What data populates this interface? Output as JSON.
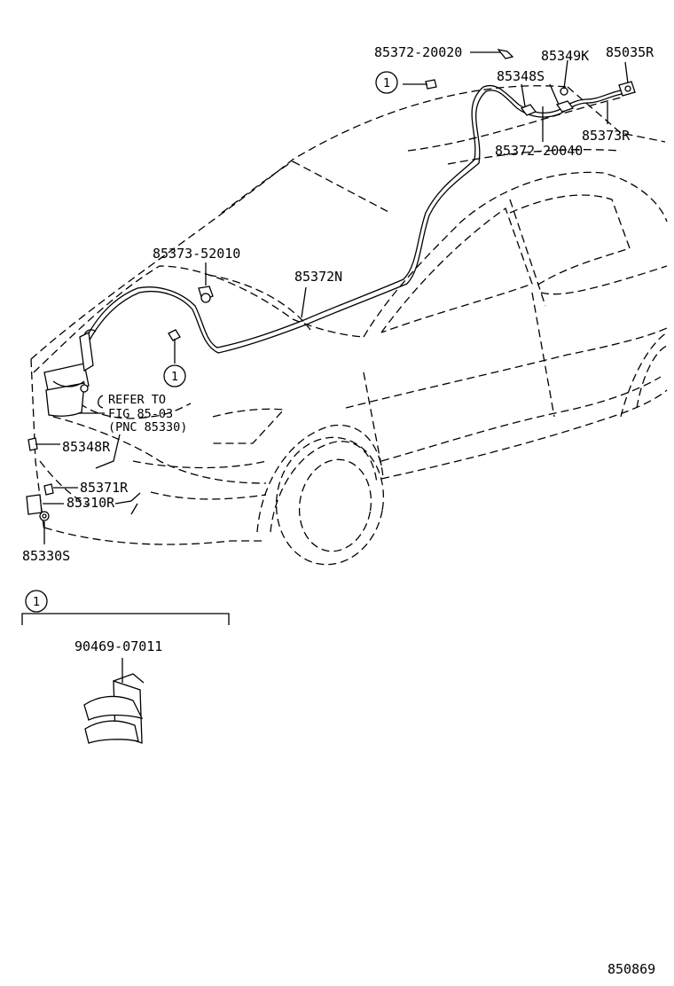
{
  "labels": {
    "p85372_20020": "85372-20020",
    "p85349K": "85349K",
    "p85035R": "85035R",
    "p85348S": "85348S",
    "p85373R": "85373R",
    "p85372_20040": "85372-20040",
    "p85373_52010": "85373-52010",
    "p85372N": "85372N",
    "p85348R": "85348R",
    "p85371R": "85371R",
    "p85310R": "85310R",
    "p85330S": "85330S",
    "p90469_07011": "90469-07011"
  },
  "refer": {
    "line1": "REFER TO",
    "line2": "FIG 85-03",
    "line3": "(PNC 85330)"
  },
  "callout": "1",
  "figure_number": "850869"
}
